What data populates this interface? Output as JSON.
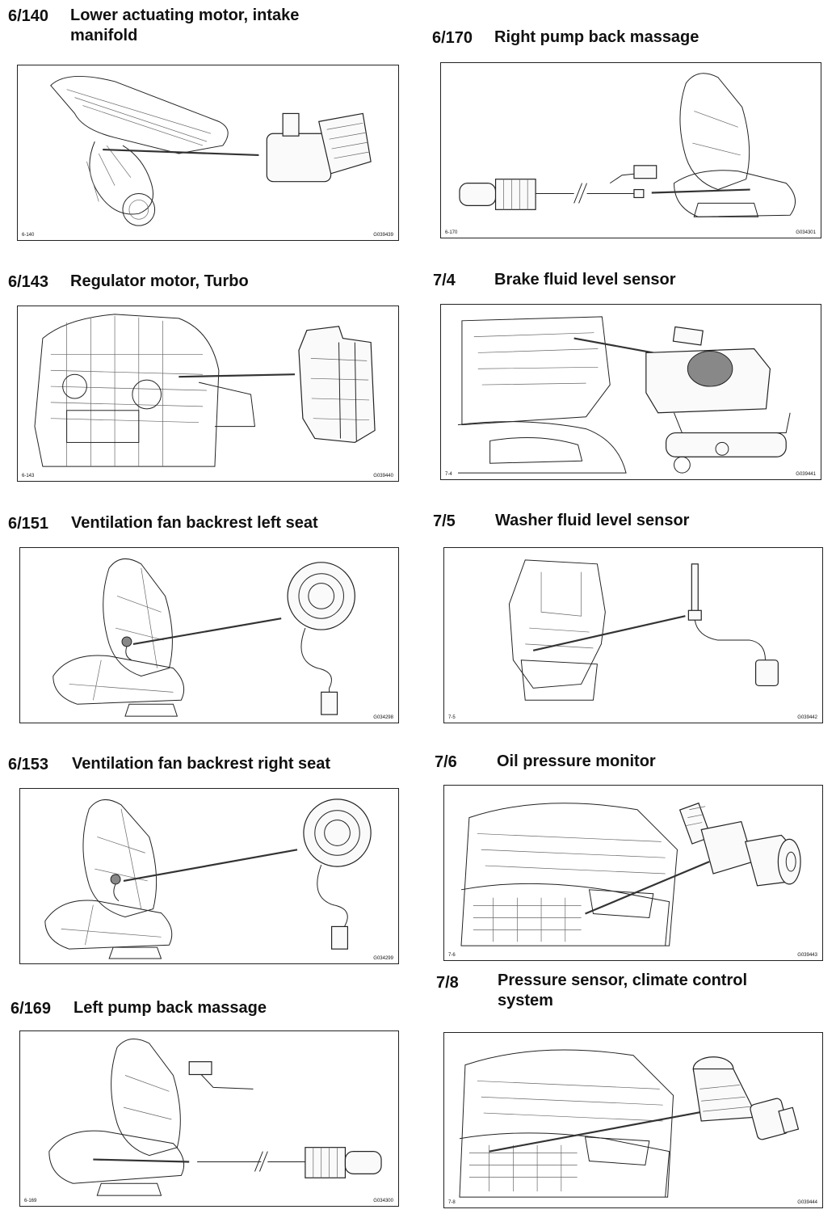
{
  "entries": [
    {
      "code": "6/140",
      "title": "Lower actuating motor, intake manifold",
      "fig": "6-140",
      "gid": "G039439"
    },
    {
      "code": "6/143",
      "title": "Regulator motor, Turbo",
      "fig": "6-143",
      "gid": "G039440"
    },
    {
      "code": "6/151",
      "title": "Ventilation fan backrest left seat",
      "fig": "",
      "gid": "G034298"
    },
    {
      "code": "6/153",
      "title": "Ventilation fan backrest right seat",
      "fig": "",
      "gid": "G034299"
    },
    {
      "code": "6/169",
      "title": "Left pump back massage",
      "fig": "6-169",
      "gid": "G034300"
    },
    {
      "code": "6/170",
      "title": "Right pump back massage",
      "fig": "6-170",
      "gid": "G034301"
    },
    {
      "code": "7/4",
      "title": "Brake fluid level sensor",
      "fig": "7-4",
      "gid": "G039441"
    },
    {
      "code": "7/5",
      "title": "Washer fluid level sensor",
      "fig": "7-5",
      "gid": "G039442"
    },
    {
      "code": "7/6",
      "title": "Oil pressure monitor",
      "fig": "7-6",
      "gid": "G039443"
    },
    {
      "code": "7/8",
      "title": "Pressure sensor, climate control system",
      "fig": "7-8",
      "gid": "G039444"
    }
  ]
}
